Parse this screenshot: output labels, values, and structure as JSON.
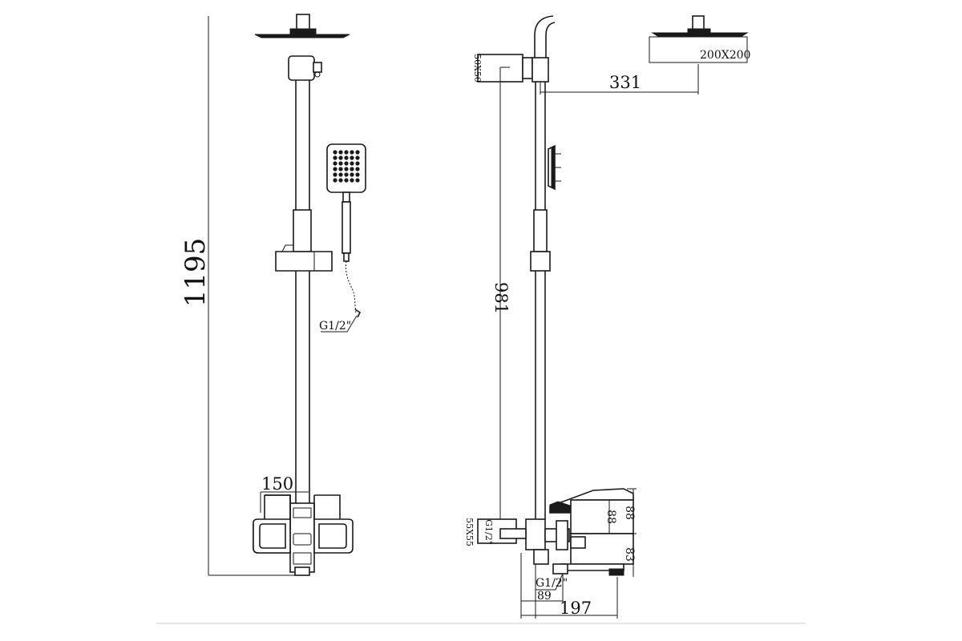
{
  "dimensions": {
    "overall_height": "1195",
    "mixer_spacing": "150",
    "hand_shower_thread": "G1/2\"",
    "mount_block_size": "50X50",
    "rain_head_reach": "331",
    "rain_head_size": "200X200",
    "bar_length": "981",
    "spout_height_a": "88",
    "spout_height_b": "88",
    "spout_depth": "83",
    "lower_block_size": "55X55",
    "lower_thread": "G1/2\"",
    "inlet_thread": "G1/2\"",
    "wall_to_inlet": "89",
    "spout_projection": "197"
  },
  "colors": {
    "line": "#1a1a1a",
    "background": "#ffffff",
    "baseline": "#e6e6e6"
  }
}
